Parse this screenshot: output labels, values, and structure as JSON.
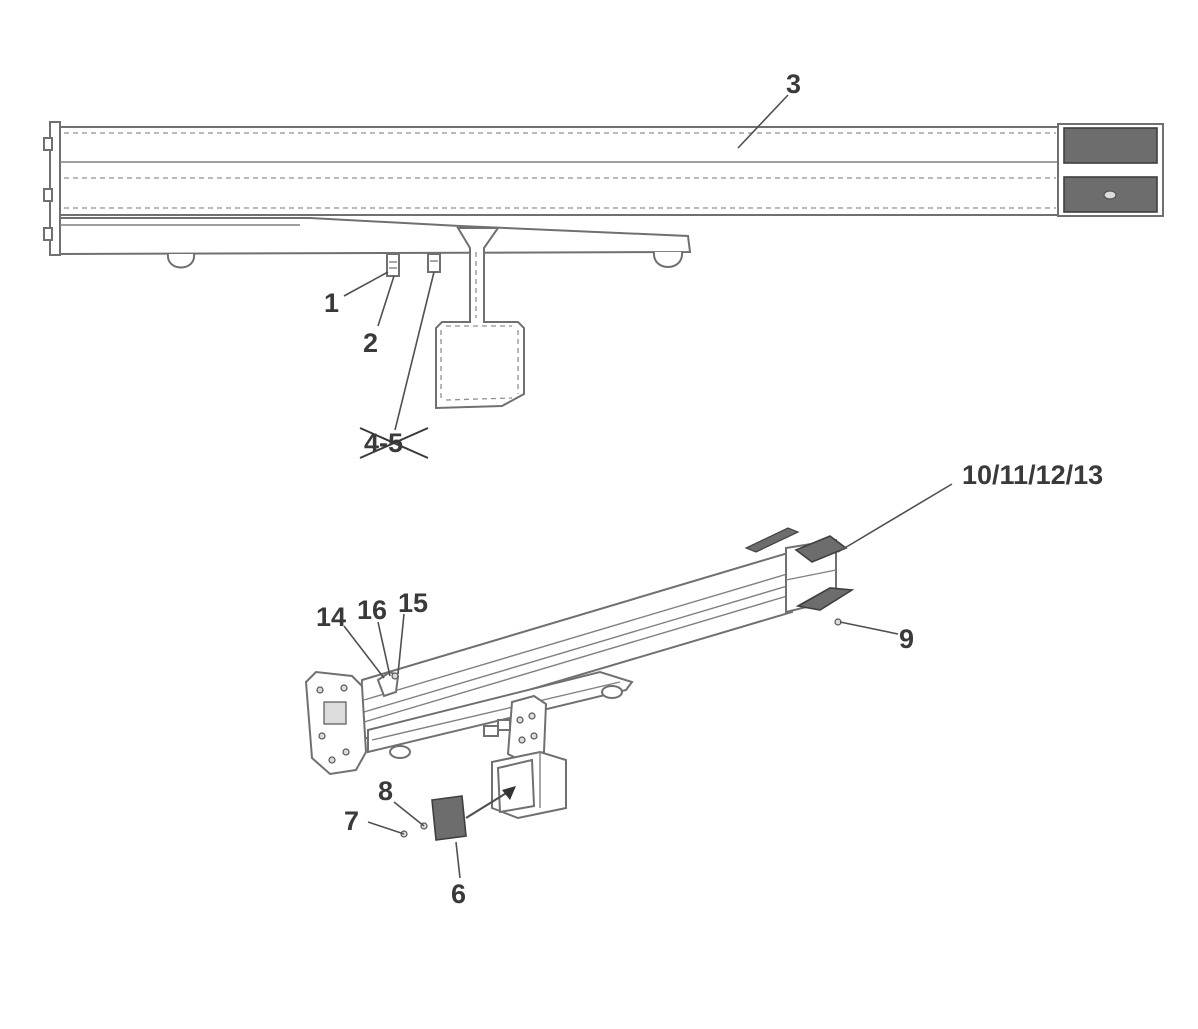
{
  "diagram": {
    "callouts": {
      "c1": "1",
      "c2": "2",
      "c3": "3",
      "c45": "4-5",
      "c6": "6",
      "c7": "7",
      "c8": "8",
      "c9": "9",
      "c10": "10/11/12/13",
      "c14": "14",
      "c15": "15",
      "c16": "16"
    },
    "crossed_out_callouts": [
      "4-5"
    ],
    "colors": {
      "line": "#707070",
      "filled_part": "#6d6d6d",
      "text": "#3a3a3a"
    }
  }
}
